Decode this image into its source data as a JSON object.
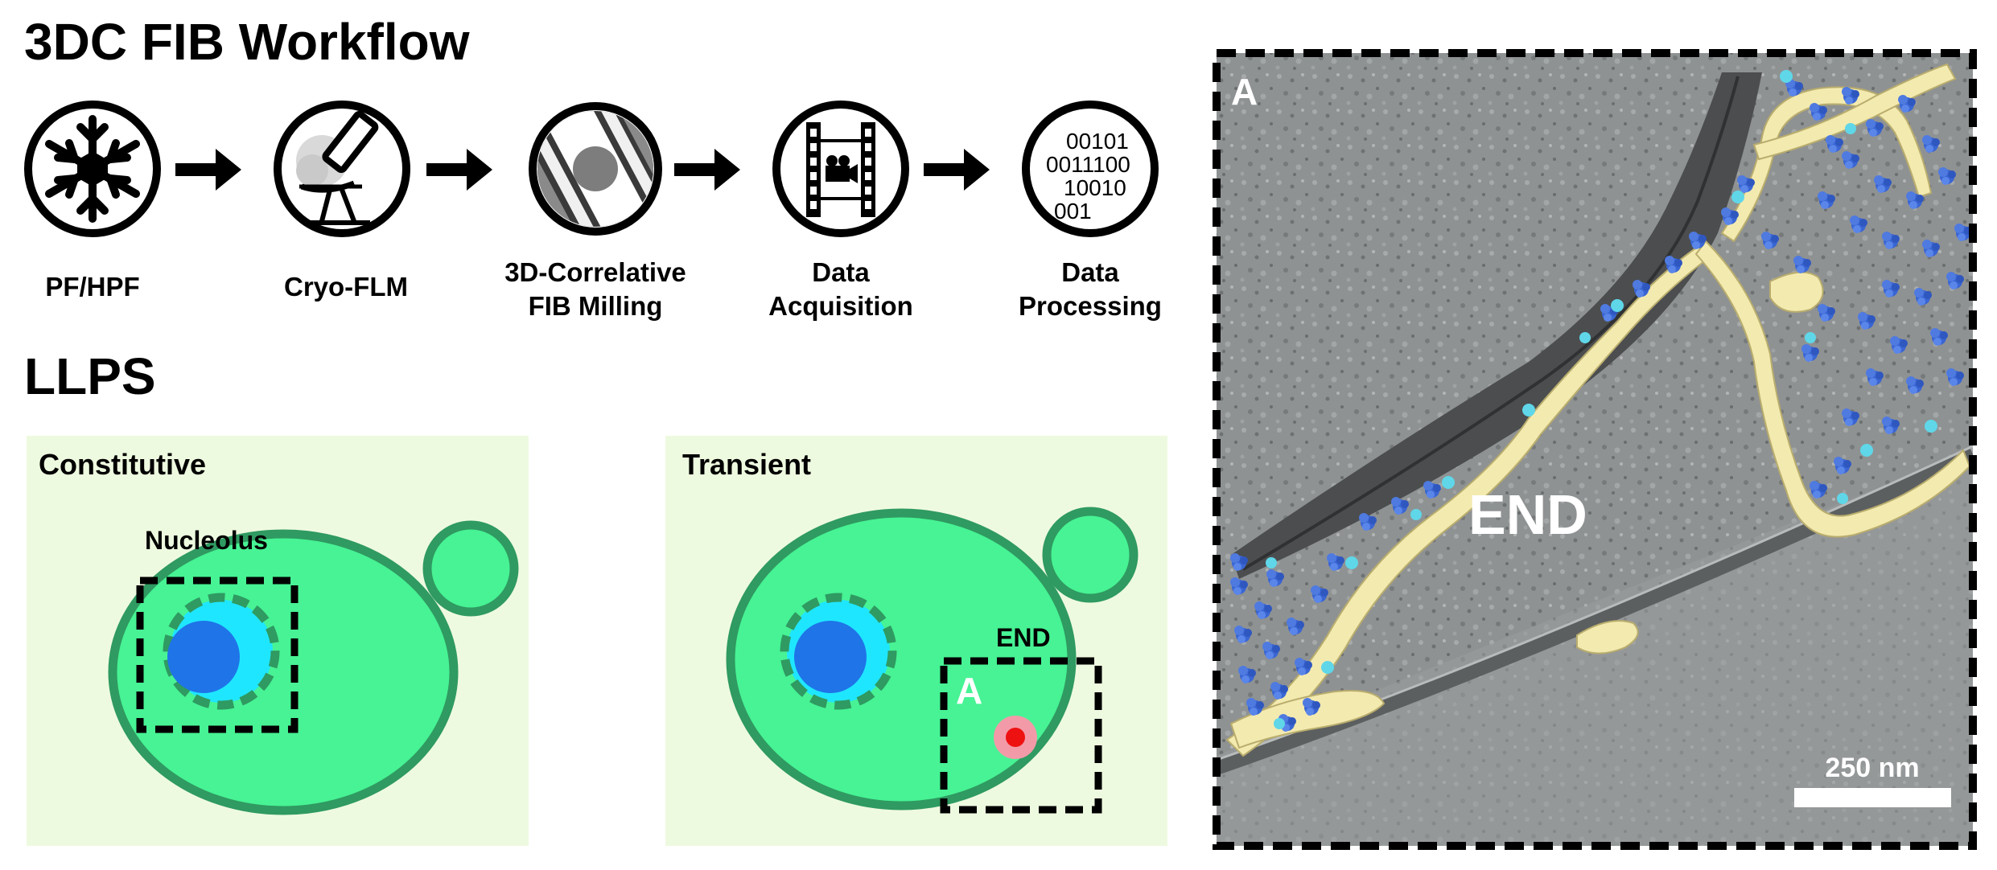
{
  "workflow": {
    "title": "3DC FIB Workflow",
    "steps": [
      {
        "icon": "snowflake-icon",
        "label_lines": [
          "PF/HPF"
        ]
      },
      {
        "icon": "microscope-icon",
        "label_lines": [
          "Cryo-FLM"
        ]
      },
      {
        "icon": "fib-milling-icon",
        "label_lines": [
          "3D-Correlative",
          "FIB Milling"
        ]
      },
      {
        "icon": "film-camera-icon",
        "label_lines": [
          "Data",
          "Acquisition"
        ]
      },
      {
        "icon": "binary-data-icon",
        "label_lines": [
          "Data",
          "Processing"
        ]
      }
    ],
    "binary_rows": [
      "00101",
      "0011100",
      "10010",
      "001"
    ]
  },
  "llps": {
    "title": "LLPS",
    "constitutive": {
      "title": "Constitutive",
      "box_label": "Nucleolus"
    },
    "transient": {
      "title": "Transient",
      "box_label": "END",
      "box_letter": "A"
    }
  },
  "tomogram": {
    "panel_letter": "A",
    "region_label": "END",
    "scale_bar_label": "250 nm"
  },
  "colors": {
    "panel_bg": "#eefadf",
    "cell_fill": "#47f394",
    "cell_stroke": "#2f9a61",
    "nucleolus_outer": "#1fe6ff",
    "nucleolus_core": "#1f74e8",
    "condensate_halo": "#f39aa8",
    "condensate_core": "#ee1111",
    "tomo_bg": "#8e9192",
    "membrane_yellow": "#f3eab0",
    "ribosome_blue": "#3a66d3",
    "particle_cyan": "#5fd7e8",
    "dark_membrane": "#4b4d4f"
  }
}
